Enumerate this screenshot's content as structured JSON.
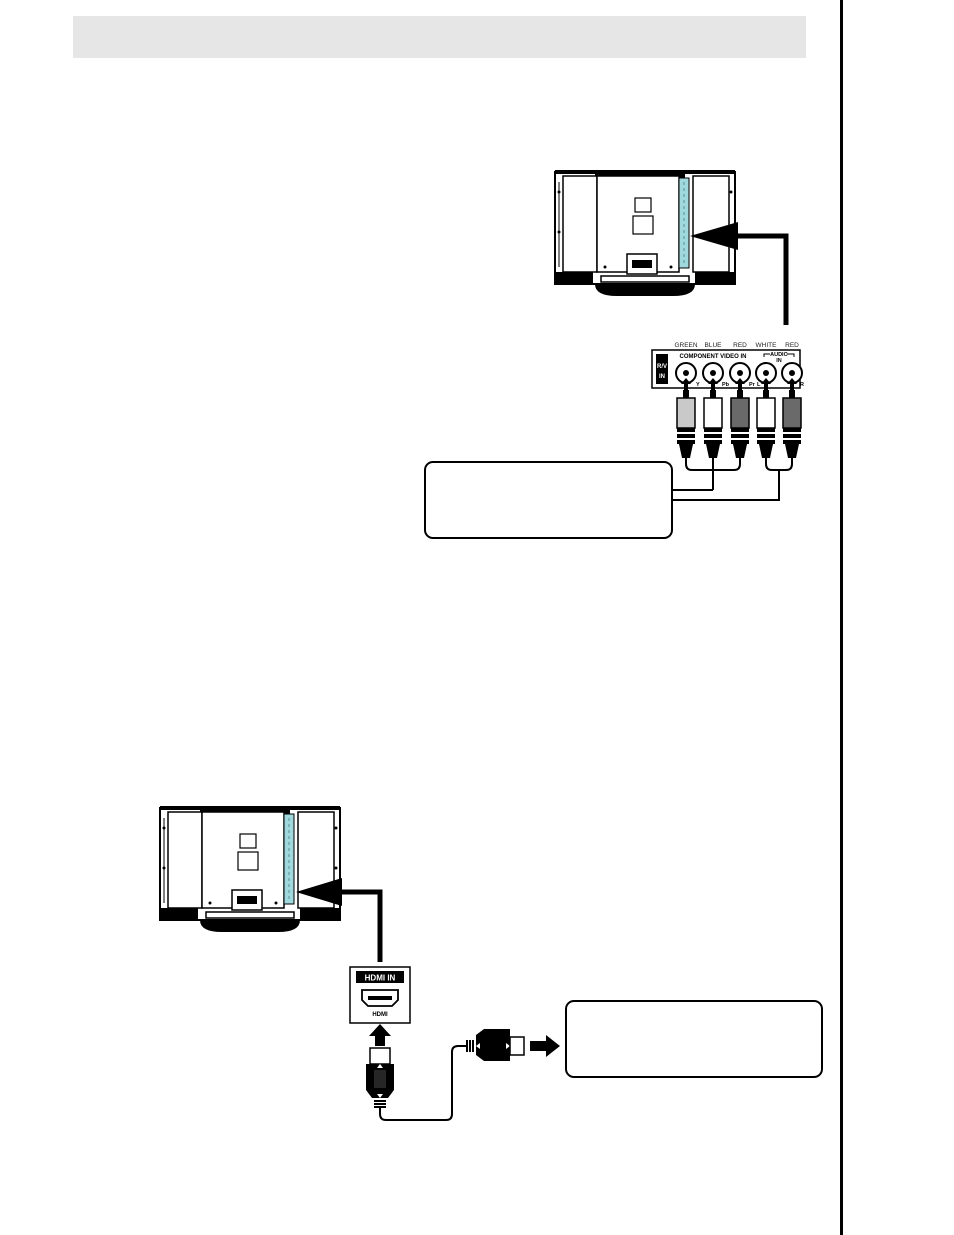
{
  "component_panel": {
    "color_labels": [
      "GREEN",
      "BLUE",
      "RED",
      "WHITE",
      "RED"
    ],
    "video_header": "COMPONENT VIDEO IN",
    "audio_header_top": "AUDIO",
    "audio_header_bottom": "IN",
    "jack_labels": [
      "Y",
      "Pb",
      "Pr",
      "L",
      "R"
    ],
    "side_tag_top": "R/V",
    "side_tag_bottom": "IN"
  },
  "hdmi_panel": {
    "port_title": "HDMI IN",
    "port_label": "HDMI"
  }
}
